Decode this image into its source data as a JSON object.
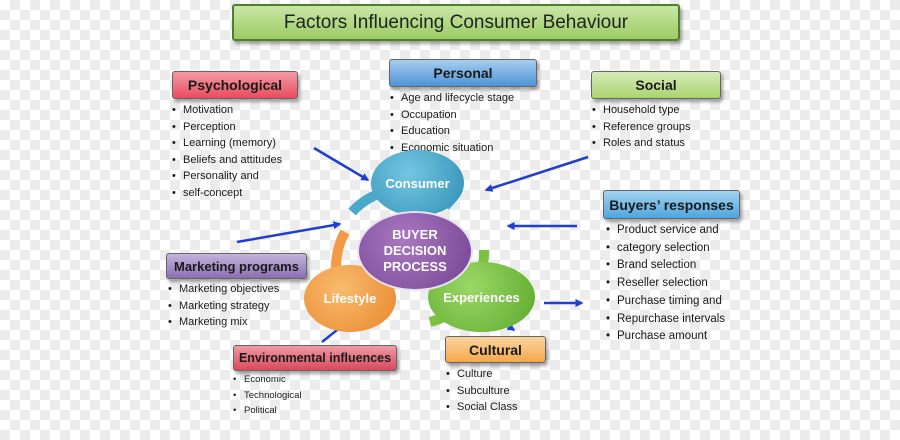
{
  "title": "Factors Influencing Consumer Behaviour",
  "factors": {
    "psychological": {
      "label": "Psychological",
      "items": [
        "Motivation",
        "Perception",
        "Learning (memory)",
        "Beliefs and attitudes",
        "Personality and",
        "self-concept"
      ]
    },
    "personal": {
      "label": "Personal",
      "items": [
        "Age and lifecycle stage",
        "Occupation",
        "Education",
        "Economic situation"
      ]
    },
    "social": {
      "label": "Social",
      "items": [
        "Household type",
        "Reference groups",
        "Roles and status"
      ]
    },
    "buyers_responses": {
      "label": "Buyers’ responses",
      "items": [
        "Product service and",
        "category selection",
        "Brand selection",
        "Reseller selection",
        "Purchase timing and",
        "Repurchase intervals",
        "Purchase amount"
      ]
    },
    "marketing_programs": {
      "label": "Marketing programs",
      "items": [
        "Marketing objectives",
        "Marketing strategy",
        "Marketing mix"
      ]
    },
    "environmental": {
      "label": "Environmental influences",
      "items": [
        "Economic",
        "Technological",
        "Political"
      ]
    },
    "cultural": {
      "label": "Cultural",
      "items": [
        "Culture",
        "Subculture",
        "Social Class"
      ]
    }
  },
  "center": {
    "line1": "BUYER",
    "line2": "DECISION",
    "line3": "PROCESS",
    "consumer": "Consumer",
    "lifestyle": "Lifestyle",
    "experiences": "Experiences"
  },
  "colors": {
    "title_bg": "#9ccc65",
    "psychological": "#e84c5f",
    "personal": "#4f93d6",
    "social": "#a9d46f",
    "buyers_responses": "#4fa6dd",
    "marketing_programs": "#8a6fb0",
    "environmental": "#d94a5c",
    "cultural": "#f5a84c",
    "center": "#8e5aa8",
    "consumer": "#4aa8c8",
    "lifestyle": "#f29a45",
    "experiences": "#7cc242",
    "arrows": "#1f3fd1"
  }
}
